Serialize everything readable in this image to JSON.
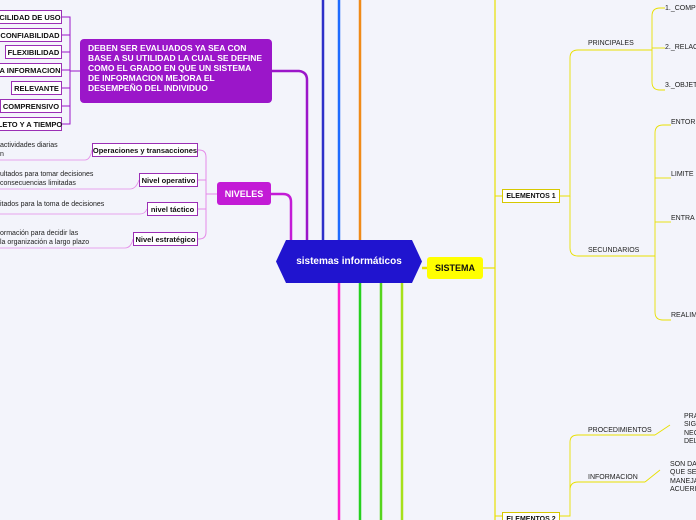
{
  "central": {
    "label": "sistemas informáticos"
  },
  "note": {
    "text": "DEBEN SER EVALUADOS YA SEA CON BASE A SU UTILIDAD LA CUAL SE DEFINE COMO EL GRADO EN QUE UN SISTEMA DE INFORMACION MEJORA EL DESEMPEÑO DEL INDIVIDUO"
  },
  "qualities": [
    "CILIDAD DE USO",
    "CONFIABILIDAD",
    "FLEXIBILIDAD",
    "A INFORMACION",
    "RELEVANTE",
    "COMPRENSIVO",
    "LETO Y A TIEMPO"
  ],
  "niveles": {
    "label": "NIVELES",
    "items": [
      {
        "label": "Operaciones y transacciones",
        "desc1": "actividades diarias",
        "desc2": "n"
      },
      {
        "label": "Nivel operativo",
        "desc1": "ultados para tomar decisiones",
        "desc2": "consecuencias limitadas"
      },
      {
        "label": "nivel táctico",
        "desc1": "itados para la toma de decisiones",
        "desc2": ""
      },
      {
        "label": "Nivel estratégico",
        "desc1": "ormación para decidir las",
        "desc2": "la organización a largo plazo"
      }
    ]
  },
  "sistema": {
    "label": "SISTEMA",
    "elementos1": {
      "label": "ELEMENTOS 1",
      "principales": {
        "label": "PRINCIPALES",
        "items": [
          "1._COMP",
          "2._RELAC",
          "3._OBJET"
        ]
      },
      "secundarios": {
        "label": "SECUNDARIOS",
        "items": [
          "ENTOR",
          "LIMITE",
          "ENTRA",
          "REALIM"
        ]
      }
    },
    "elementos2": {
      "label": "ELEMENTOS 2",
      "procedimientos": {
        "label": "PROCEDIMIENTOS",
        "lines": [
          "PRA",
          "SIG",
          "NEC",
          "DEL"
        ]
      },
      "informacion": {
        "label": "INFORMACION",
        "lines": [
          "SON DA",
          "QUE SE",
          "MANEJA",
          "ACUERI"
        ]
      }
    }
  }
}
